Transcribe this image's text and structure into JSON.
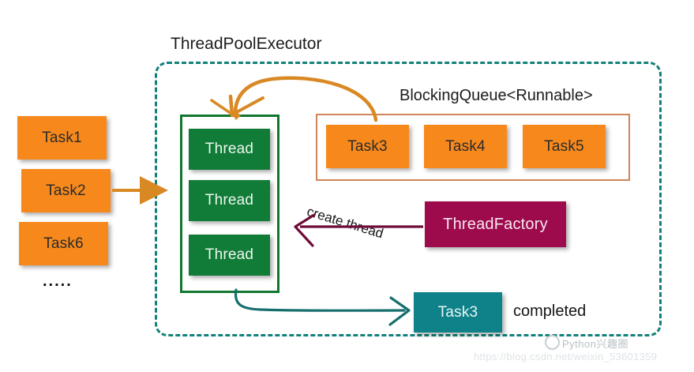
{
  "diagram": {
    "title": "ThreadPoolExecutor",
    "queue_title": "BlockingQueue<Runnable>",
    "completed_label": "completed",
    "create_thread_label": "create thread",
    "ellipsis": "....."
  },
  "incoming_tasks": [
    {
      "label": "Task1"
    },
    {
      "label": "Task2"
    },
    {
      "label": "Task6"
    }
  ],
  "pool": {
    "threads": [
      {
        "label": "Thread"
      },
      {
        "label": "Thread"
      },
      {
        "label": "Thread"
      }
    ]
  },
  "queue": {
    "tasks": [
      {
        "label": "Task3"
      },
      {
        "label": "Task4"
      },
      {
        "label": "Task5"
      }
    ]
  },
  "factory": {
    "label": "ThreadFactory"
  },
  "completed": {
    "label": "Task3"
  },
  "watermark": {
    "logo": "Python兴趣圈",
    "url": "https://blog.csdn.net/weixin_53601359"
  },
  "colors": {
    "task_orange": "#F7891C",
    "thread_green": "#107C37",
    "pool_border_green": "#11772F",
    "queue_border": "#D0845A",
    "container_dashed": "#12807A",
    "factory_magenta": "#9D0B4D",
    "completed_teal": "#0E8288",
    "arrow_orange": "#D98924",
    "arrow_magenta": "#6E0B37",
    "arrow_teal": "#166E6E"
  }
}
